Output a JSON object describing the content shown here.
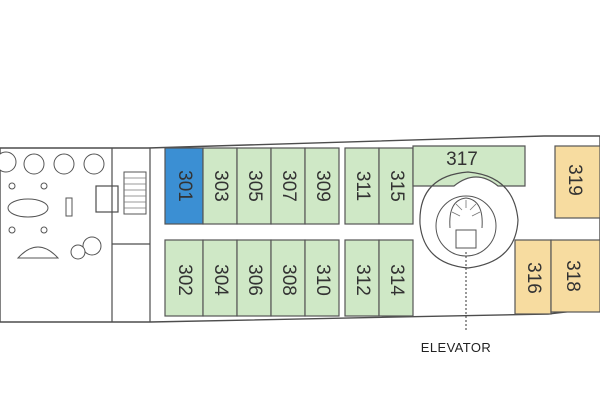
{
  "deck_plan": {
    "colors": {
      "hull_stroke": "#4d4d4d",
      "cabin_green": "#cfe8c6",
      "cabin_blue": "#3b8fd3",
      "cabin_gold": "#f7dca0"
    },
    "cabins": {
      "c301": "301",
      "c303": "303",
      "c305": "305",
      "c307": "307",
      "c309": "309",
      "c311": "311",
      "c315": "315",
      "c317": "317",
      "c319": "319",
      "c302": "302",
      "c304": "304",
      "c306": "306",
      "c308": "308",
      "c310": "310",
      "c312": "312",
      "c314": "314",
      "c316": "316",
      "c318": "318"
    },
    "labels": {
      "elevator": "ELEVATOR"
    }
  }
}
